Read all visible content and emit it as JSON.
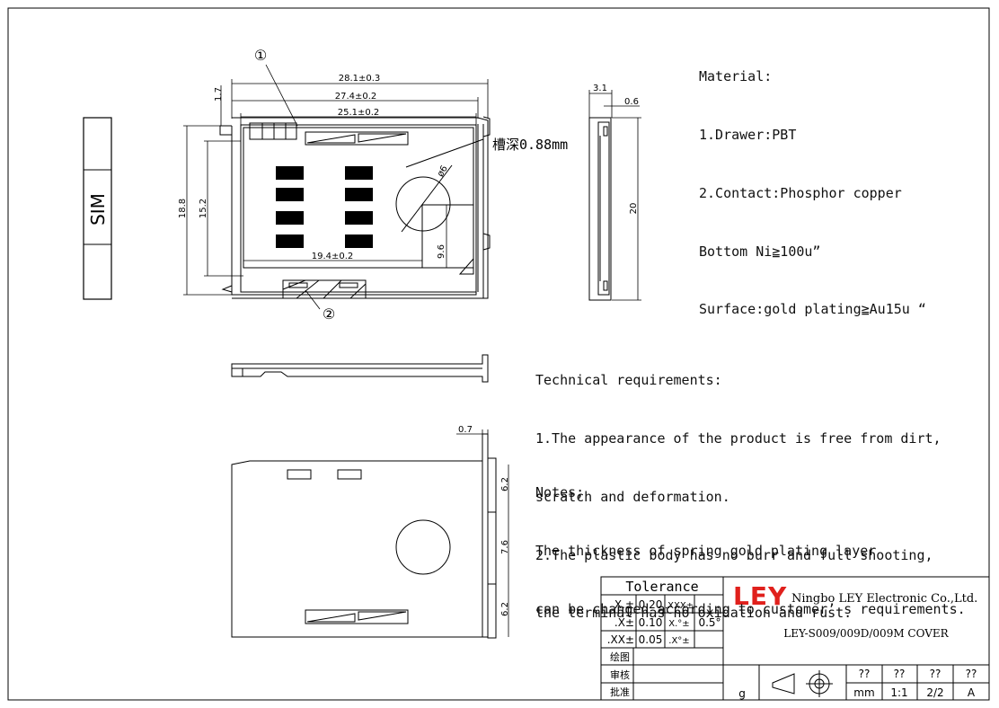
{
  "material": {
    "title": "Material:",
    "lines": [
      "1.Drawer:PBT",
      "2.Contact:Phosphor copper",
      "Bottom Ni≧100u”",
      "Surface:gold plating≧Au15u “"
    ]
  },
  "technical": {
    "title": "Technical requirements:",
    "lines": [
      "1.The appearance of the product is free from dirt,",
      "scratch and deformation.",
      "2.The plastic body has no burr and full shooting,",
      "the terminal has no oxidation and rust."
    ]
  },
  "notes": {
    "title": "Notes;",
    "lines": [
      "The thickness of spring gold plating layer",
      "can be changed according to customer’ s requirements."
    ]
  },
  "sim_label": "SIM",
  "callouts": {
    "c1": "①",
    "c2": "②",
    "groove": "槽深0.88mm"
  },
  "dims": {
    "d281": "28.1±0.3",
    "d274": "27.4±0.2",
    "d251": "25.1±0.2",
    "d17": "1.7",
    "d188": "18.8",
    "d152": "15.2",
    "d194": "19.4±0.2",
    "d96": "9.6",
    "dphi6": "ø6",
    "d31": "3.1",
    "d06": "0.6",
    "d20": "20",
    "d07": "0.7",
    "d62a": "6.2",
    "d76": "7.6",
    "d62b": "6.2"
  },
  "titleblock": {
    "tolerance": "Tolerance",
    "rows": [
      [
        "X.±",
        "0.20",
        ".XXX±",
        ""
      ],
      [
        ".X±",
        "0.10",
        "X.°±",
        "0.5°"
      ],
      [
        ".XX±",
        "0.05",
        ".X°±",
        ""
      ]
    ],
    "labels": [
      "绘图",
      "审核",
      "批准"
    ],
    "brand": "LEY",
    "company": "Ningbo LEY Electronic Co.,Ltd.",
    "part": "LEY-S009/009D/009M COVER",
    "unit_g": "g",
    "qq": [
      "??",
      "??",
      "??",
      "??"
    ],
    "bottom": [
      "mm",
      "1:1",
      "2/2",
      "A"
    ],
    "brand_color": "#e0201c"
  }
}
